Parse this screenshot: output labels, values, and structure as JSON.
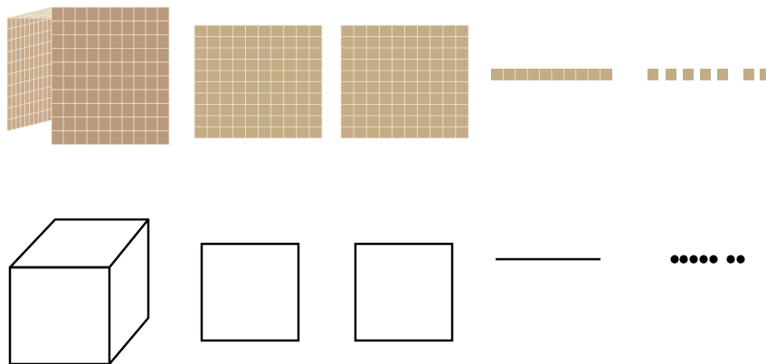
{
  "colors": {
    "block_face": "#C4AD86",
    "cube_front": "#B99A7C",
    "cube_top": "#CDB08F",
    "cube_side": "#C9AA8A",
    "grid_line": "#EFE7DA",
    "sketch_stroke": "#000000",
    "background": "#FFFFFF"
  },
  "blocks": {
    "thousand_cube": {
      "units_per_edge": 10,
      "icon": "thousands-cube-icon"
    },
    "hundred_flats": {
      "count": 2,
      "units_per_edge": 10,
      "icon": "hundreds-flat-icon"
    },
    "ten_rod": {
      "count": 1,
      "units": 10,
      "icon": "tens-rod-icon"
    },
    "ones_units": {
      "count": 7,
      "grouping": [
        5,
        2
      ],
      "icon": "ones-unit-icon"
    }
  },
  "sketches": {
    "thousand_cube": {
      "icon": "cube-outline-icon"
    },
    "hundred_squares": {
      "count": 2,
      "icon": "square-outline-icon"
    },
    "ten_line": {
      "count": 1,
      "icon": "line-icon"
    },
    "one_dots": {
      "count": 7,
      "grouping": [
        5,
        2
      ],
      "icon": "dot-icon"
    }
  }
}
